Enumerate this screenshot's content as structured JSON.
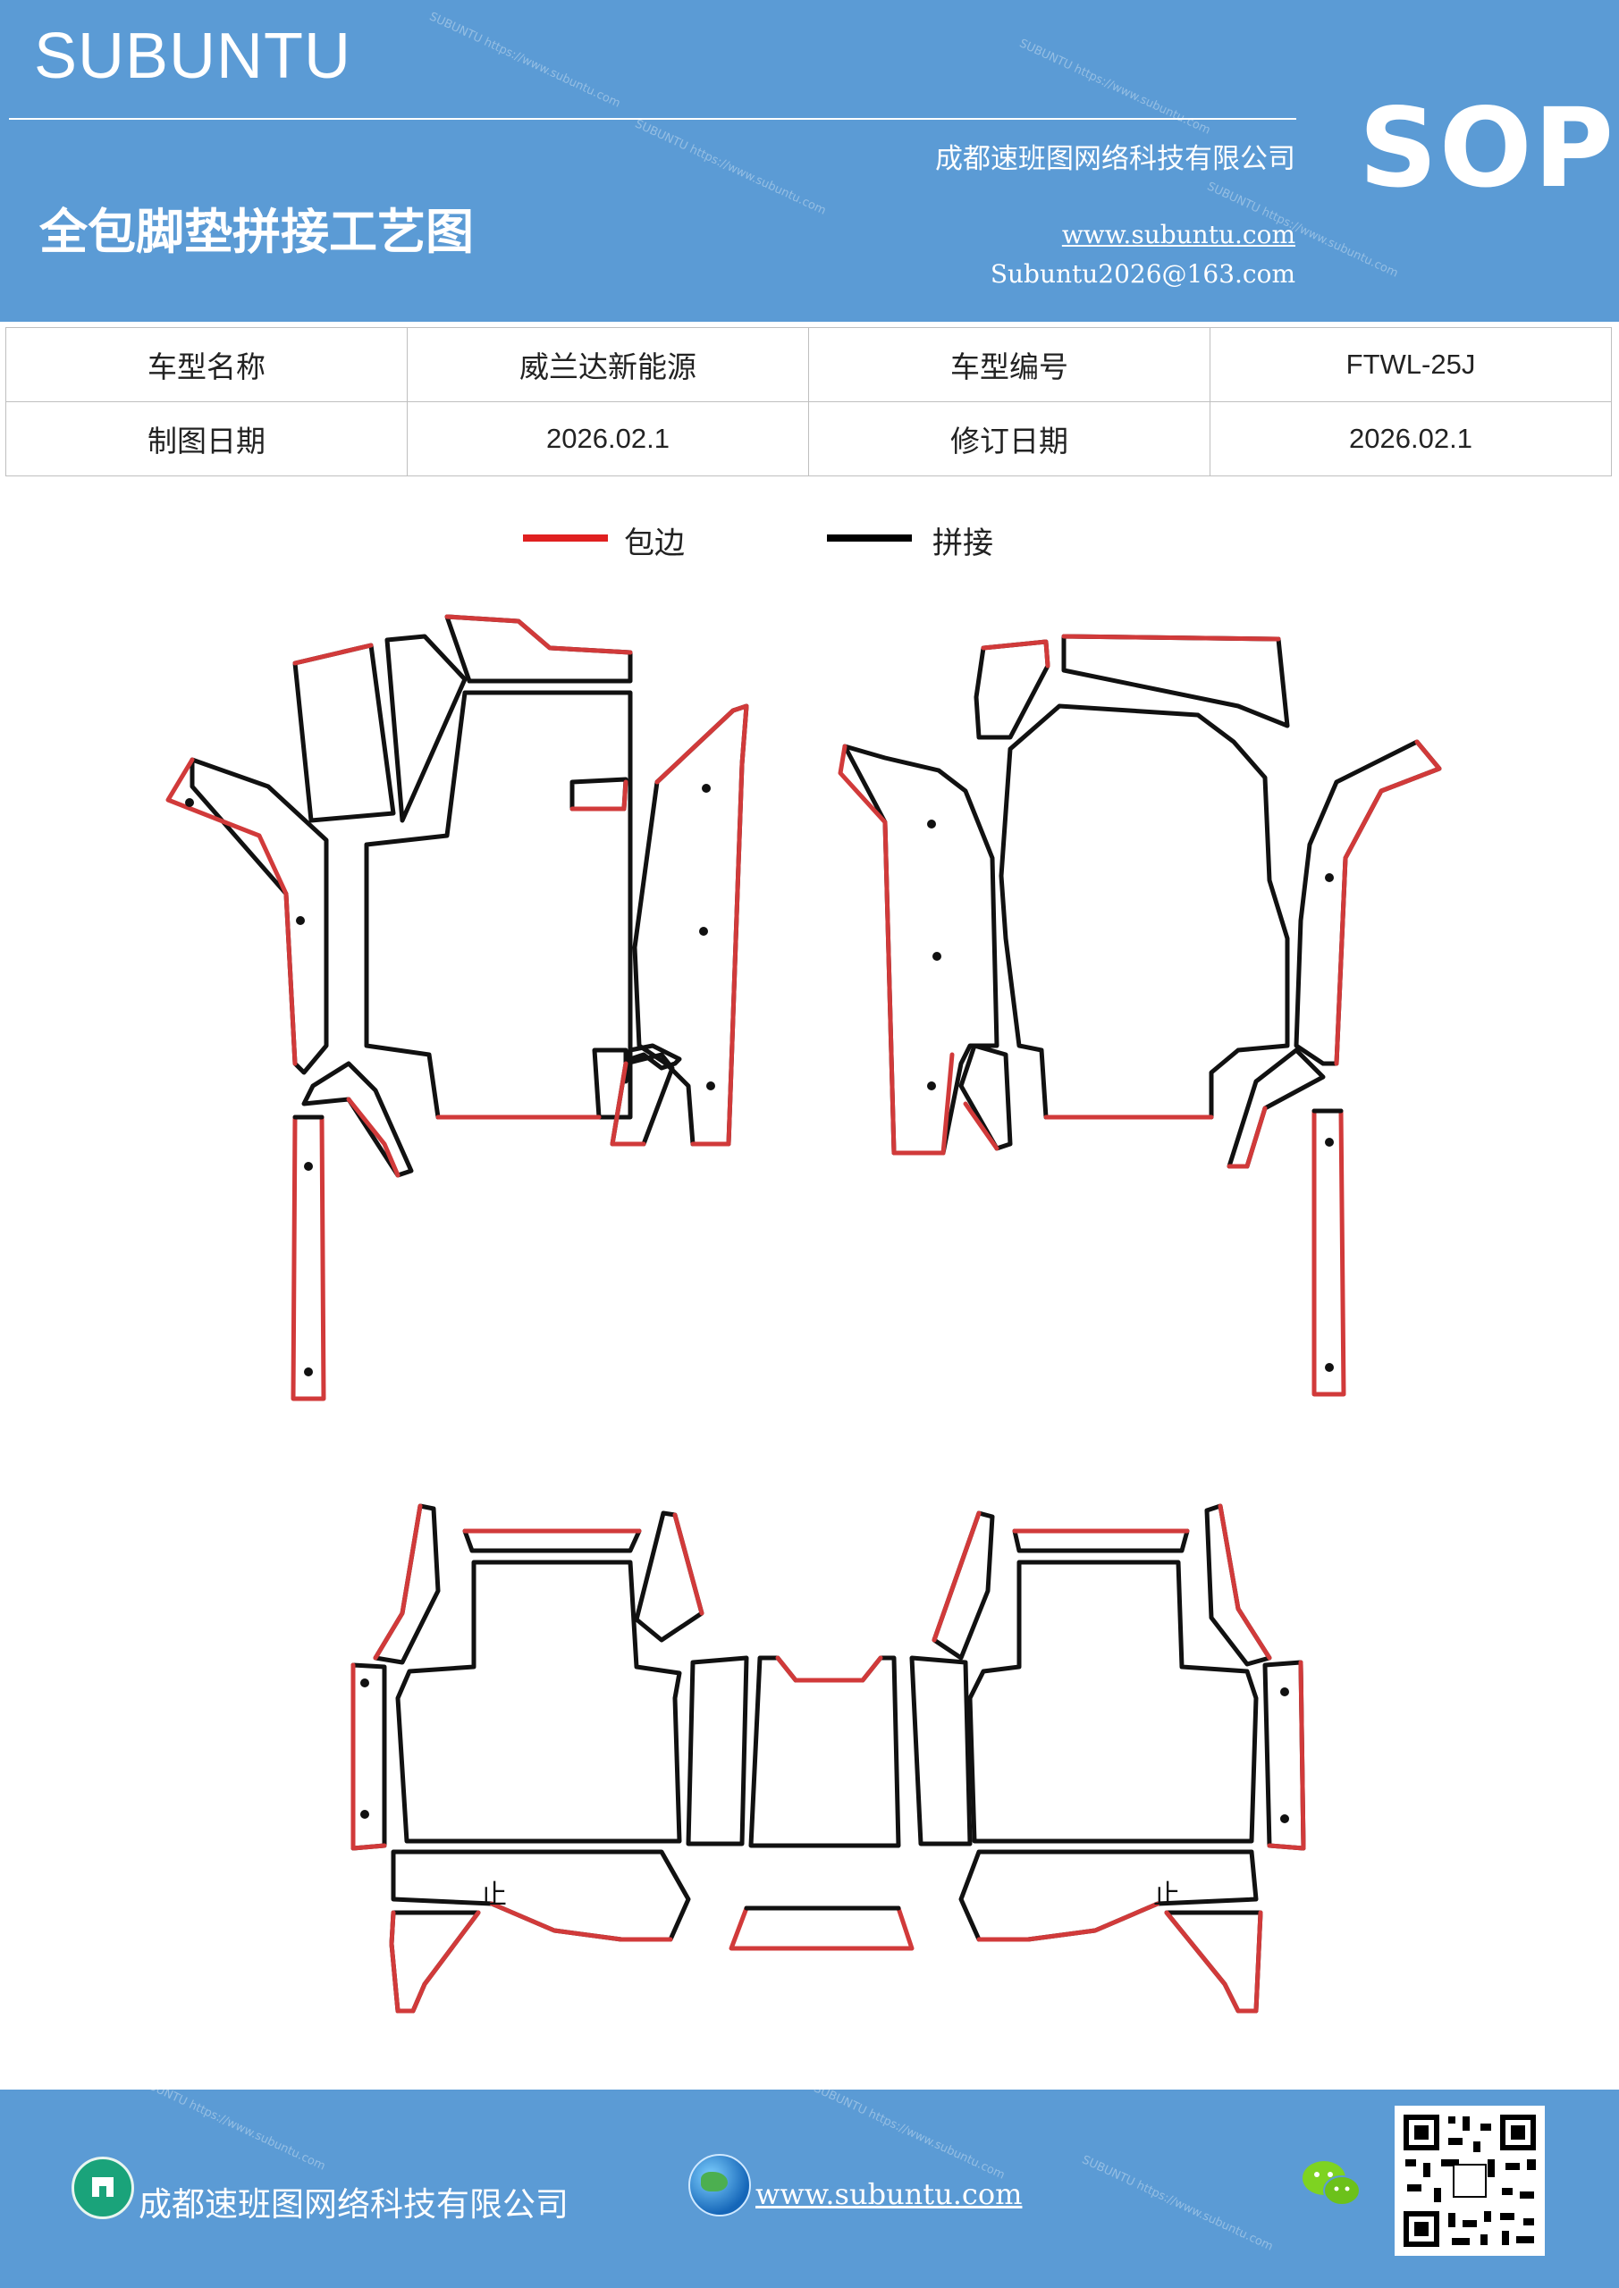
{
  "header": {
    "brand": "SUBUNTU",
    "sop": "SOP",
    "company": "成都速班图网络科技有限公司",
    "title": "全包脚垫拼接工艺图",
    "website": "www.subuntu.com",
    "email": "Subuntu2026@163.com",
    "watermark": "SUBUNTU https://www.subuntu.com"
  },
  "info_table": {
    "rows": [
      [
        "车型名称",
        "威兰达新能源",
        "车型编号",
        "FTWL-25J"
      ],
      [
        "制图日期",
        "2026.02.1",
        "修订日期",
        "2026.02.1"
      ]
    ]
  },
  "legend": {
    "items": [
      {
        "label": "包边",
        "color": "#e02020"
      },
      {
        "label": "拼接",
        "color": "#000000"
      }
    ]
  },
  "diagram": {
    "stop_mark": "止",
    "colors": {
      "edge": "#d13a3a",
      "seam": "#111111"
    }
  },
  "footer": {
    "company": "成都速班图网络科技有限公司",
    "website": "www.subuntu.com",
    "icons": [
      "building-icon",
      "globe-icon",
      "wechat-icon",
      "qr-code"
    ]
  }
}
